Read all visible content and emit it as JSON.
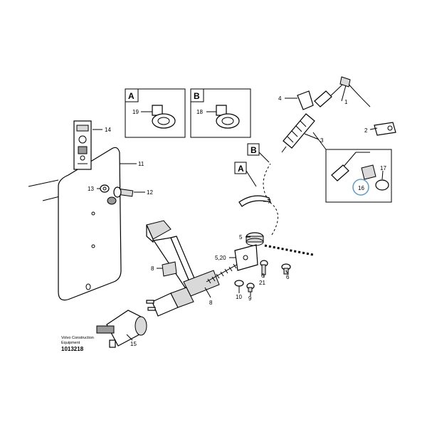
{
  "callouts": {
    "c1": "1",
    "c2": "2",
    "c3": "3",
    "c4": "4",
    "c5": "5",
    "c5_20": "5,20",
    "c6a": "6",
    "c6b": "6",
    "c7": "7",
    "c8a": "8",
    "c8b": "8",
    "c9": "9",
    "c10": "10",
    "c11": "11",
    "c12": "12",
    "c13": "13",
    "c14": "14",
    "c15": "15",
    "c16": "16",
    "c17": "17",
    "c18": "18",
    "c19": "19",
    "c21": "21"
  },
  "detail_boxes": {
    "a_letter": "A",
    "b_letter": "B"
  },
  "flags": {
    "a": "A",
    "b": "B"
  },
  "publisher": {
    "line1": "Volvo Construction",
    "line2": "Equipment",
    "number": "1013218"
  },
  "colors": {
    "highlight_circle": "#5b9bd5"
  }
}
